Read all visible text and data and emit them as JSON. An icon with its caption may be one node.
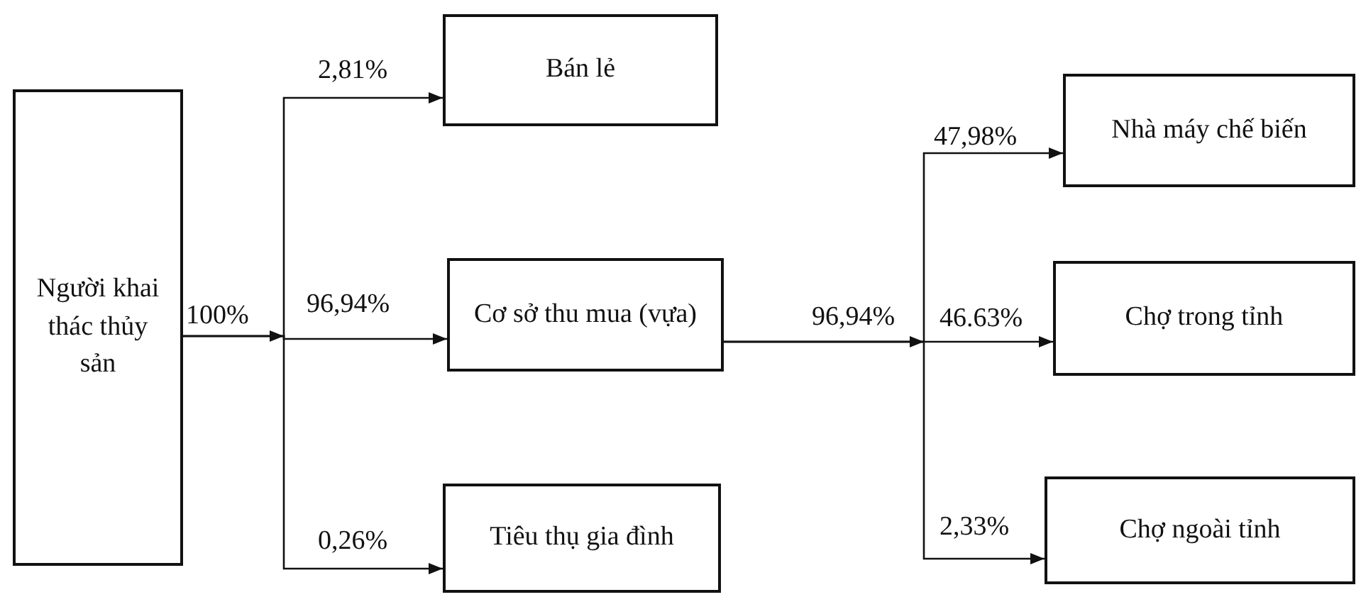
{
  "diagram": {
    "nodes": [
      {
        "text": [
          "Người khai thác thủy sản"
        ]
      },
      {
        "text": [
          "Bán lẻ"
        ]
      },
      {
        "text": [
          "Cơ sở thu mua (vựa)"
        ]
      },
      {
        "text": [
          "Tiêu thụ gia đình"
        ]
      },
      {
        "text": [
          "Nhà máy chế biến"
        ]
      },
      {
        "text": [
          "Chợ trong tỉnh"
        ]
      },
      {
        "text": [
          "Chợ ngoài tỉnh"
        ]
      }
    ],
    "edges": [
      {
        "from": 0,
        "to": 1,
        "arrow": "to",
        "label": "2,81%"
      },
      {
        "from": 0,
        "to": 2,
        "arrow": "to",
        "label": "96,94%"
      },
      {
        "from": 0,
        "to": 3,
        "arrow": "to",
        "label": "0,26%"
      },
      {
        "from": 2,
        "to": 4,
        "arrow": "to",
        "label": "47,98%"
      },
      {
        "from": 2,
        "to": 5,
        "arrow": "to",
        "label": "46.63%"
      },
      {
        "from": 2,
        "to": 6,
        "arrow": "to",
        "label": "2,33%"
      }
    ],
    "labels": [
      "100%",
      "96,94%"
    ]
  }
}
